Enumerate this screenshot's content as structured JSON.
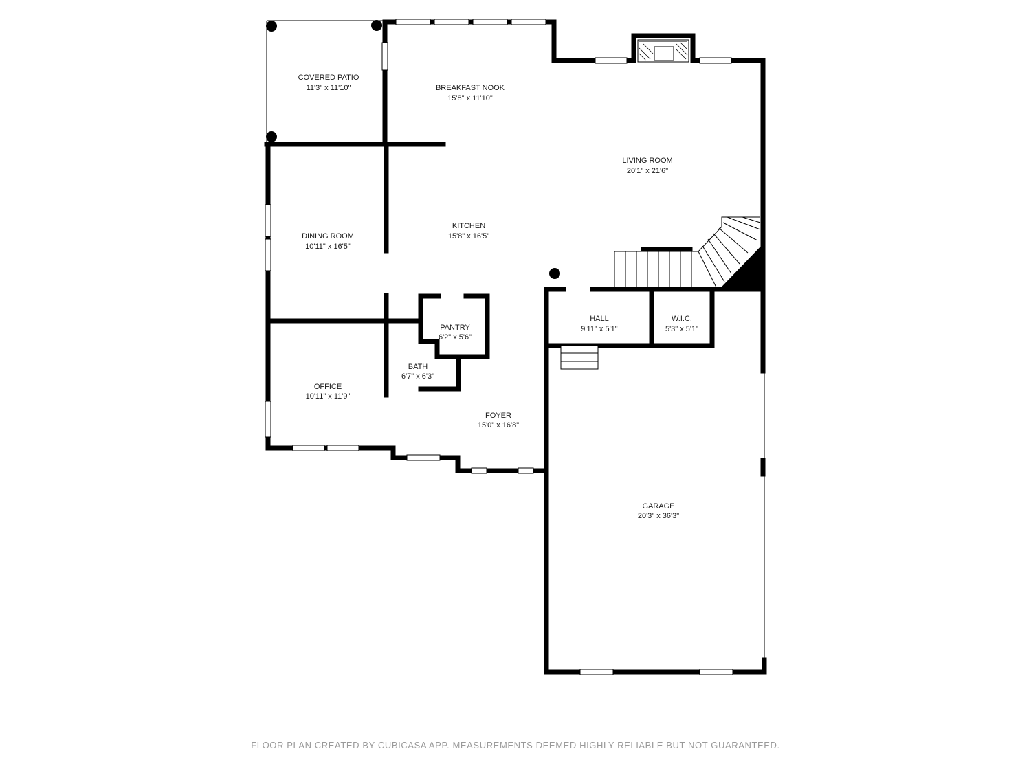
{
  "rooms": {
    "covered_patio": {
      "name": "COVERED PATIO",
      "size": "11'3\" x 11'10\""
    },
    "breakfast_nook": {
      "name": "BREAKFAST NOOK",
      "size": "15'8\" x 11'10\""
    },
    "living_room": {
      "name": "LIVING ROOM",
      "size": "20'1\" x 21'6\""
    },
    "dining_room": {
      "name": "DINING ROOM",
      "size": "10'11\" x 16'5\""
    },
    "kitchen": {
      "name": "KITCHEN",
      "size": "15'8\" x 16'5\""
    },
    "pantry": {
      "name": "PANTRY",
      "size": "6'2\" x 5'6\""
    },
    "hall": {
      "name": "HALL",
      "size": "9'11\" x 5'1\""
    },
    "wic": {
      "name": "W.I.C.",
      "size": "5'3\" x 5'1\""
    },
    "bath": {
      "name": "BATH",
      "size": "6'7\" x 6'3\""
    },
    "office": {
      "name": "OFFICE",
      "size": "10'11\" x 11'9\""
    },
    "foyer": {
      "name": "FOYER",
      "size": "15'0\" x 16'8\""
    },
    "garage": {
      "name": "GARAGE",
      "size": "20'3\" x 36'3\""
    }
  },
  "footer": "FLOOR PLAN CREATED BY CUBICASA APP. MEASUREMENTS DEEMED HIGHLY RELIABLE BUT NOT GUARANTEED.",
  "colors": {
    "wall": "#000000",
    "label": "#1a1a1a",
    "footer": "#9a9a9a",
    "window": "#ffffff"
  }
}
